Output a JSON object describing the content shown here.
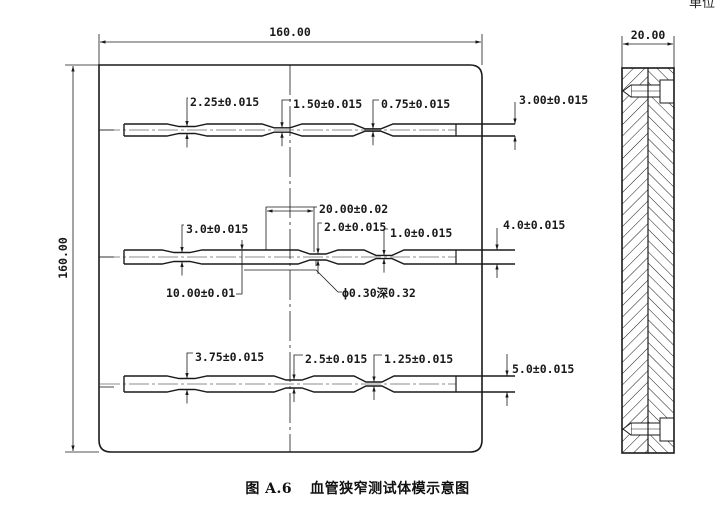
{
  "figure": {
    "caption_number": "图 A.6",
    "caption_title": "血管狭窄测试体模示意图",
    "unit_label": "单位"
  },
  "front_view": {
    "width_dim": "160.00",
    "height_dim": "160.00",
    "channels": [
      {
        "name": "channel-top",
        "inlet_dim": "3.00±0.015",
        "stenoses": [
          "2.25±0.015",
          "1.50±0.015",
          "0.75±0.015"
        ]
      },
      {
        "name": "channel-middle",
        "inlet_dim": "4.0±0.015",
        "stenoses": [
          "3.0±0.015",
          "2.0±0.015",
          "1.0±0.015"
        ],
        "extra_dims": {
          "span": "20.00±0.02",
          "offset": "10.00±0.01",
          "hole": "ϕ0.30深0.32"
        }
      },
      {
        "name": "channel-bottom",
        "inlet_dim": "5.0±0.015",
        "stenoses": [
          "3.75±0.015",
          "2.5±0.015",
          "1.25±0.015"
        ]
      }
    ]
  },
  "side_view": {
    "thickness_dim": "20.00"
  },
  "colors": {
    "line": "#1a1a1a",
    "background": "#ffffff"
  }
}
